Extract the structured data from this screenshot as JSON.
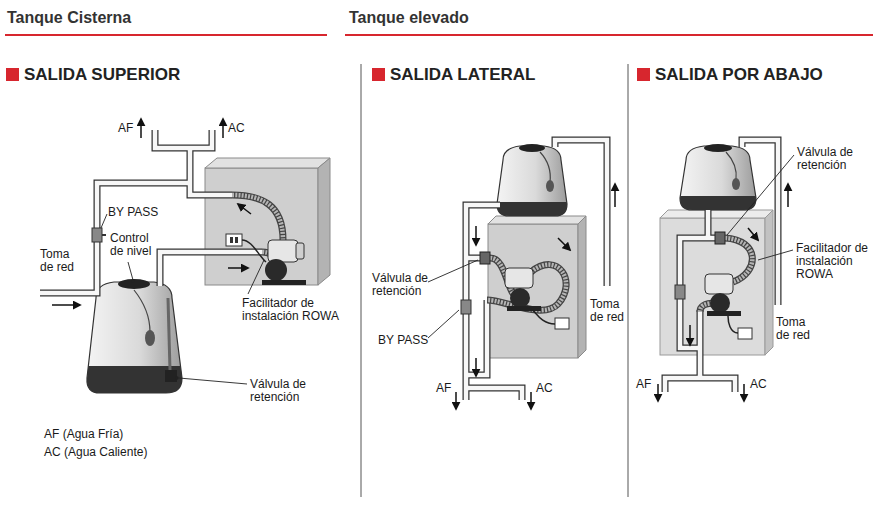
{
  "diagram": {
    "nodes": [
      {
        "text": [
          "Tanque Cisterna"
        ]
      },
      {
        "text": [
          "SALIDA SUPERIOR"
        ],
        "in": 0
      },
      {
        "text": [
          "Tanque elevado"
        ]
      },
      {
        "text": [
          "SALIDA LATERAL"
        ],
        "in": 2
      },
      {
        "text": [
          "SALIDA POR ABAJO"
        ],
        "in": 2
      }
    ],
    "labels": [
      "AF",
      "AC",
      "BY PASS",
      "Toma de red",
      "Control de nivel",
      "Facilitador de instalación ROWA",
      "Válvula de retención",
      "AF (Agua Fría)",
      "AC (Agua Caliente)",
      "Válvula de retención",
      "BY PASS",
      "Toma de red",
      "AF",
      "AC",
      "Válvula de retención",
      "Facilitador de instalación ROWA",
      "Toma de red",
      "AF",
      "AC"
    ]
  }
}
